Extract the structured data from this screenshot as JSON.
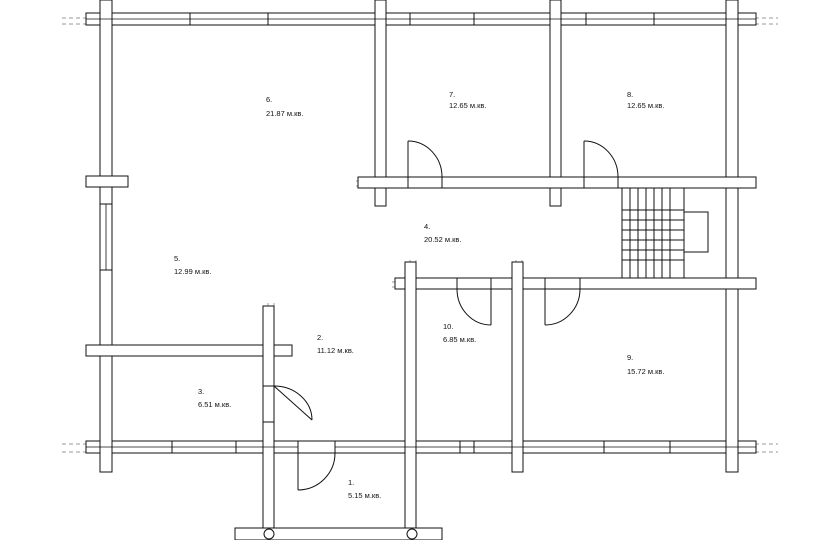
{
  "rooms": [
    {
      "id": "r1",
      "number": "1.",
      "area": "5.15 м.кв."
    },
    {
      "id": "r2",
      "number": "2.",
      "area": "11.12 м.кв."
    },
    {
      "id": "r3",
      "number": "3.",
      "area": "6.51 м.кв."
    },
    {
      "id": "r4",
      "number": "4.",
      "area": "20.52 м.кв."
    },
    {
      "id": "r5",
      "number": "5.",
      "area": "12.99 м.кв."
    },
    {
      "id": "r6",
      "number": "6.",
      "area": "21.87 м.кв."
    },
    {
      "id": "r7",
      "number": "7.",
      "area": "12.65 м.кв."
    },
    {
      "id": "r8",
      "number": "8.",
      "area": "12.65 м.кв."
    },
    {
      "id": "r9",
      "number": "9.",
      "area": "15.72 м.кв."
    },
    {
      "id": "r10",
      "number": "10.",
      "area": "6.85 м.кв."
    }
  ]
}
